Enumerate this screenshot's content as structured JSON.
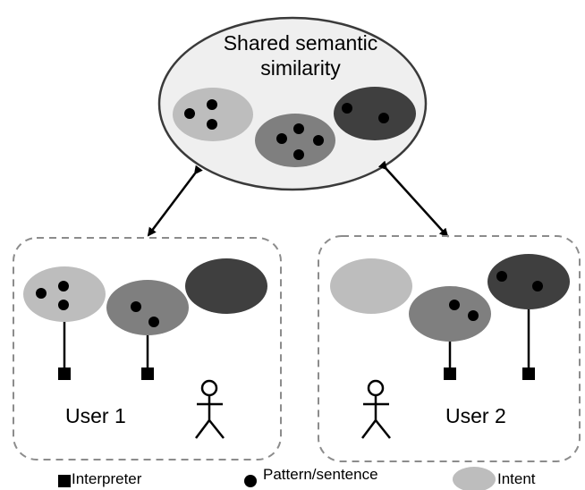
{
  "shared": {
    "line1": "Shared semantic",
    "line2": "similarity"
  },
  "users": [
    {
      "label": "User 1"
    },
    {
      "label": "User 2"
    }
  ],
  "legend": {
    "interpreter": "Interpreter",
    "pattern": "Pattern/sentence",
    "intent": "Intent"
  },
  "colors": {
    "intent_light": "#bdbdbd",
    "intent_mid": "#7f7f7f",
    "intent_dark": "#3f3f3f",
    "cloud_fill": "#efefef",
    "dashed_border": "#8c8c8c"
  }
}
